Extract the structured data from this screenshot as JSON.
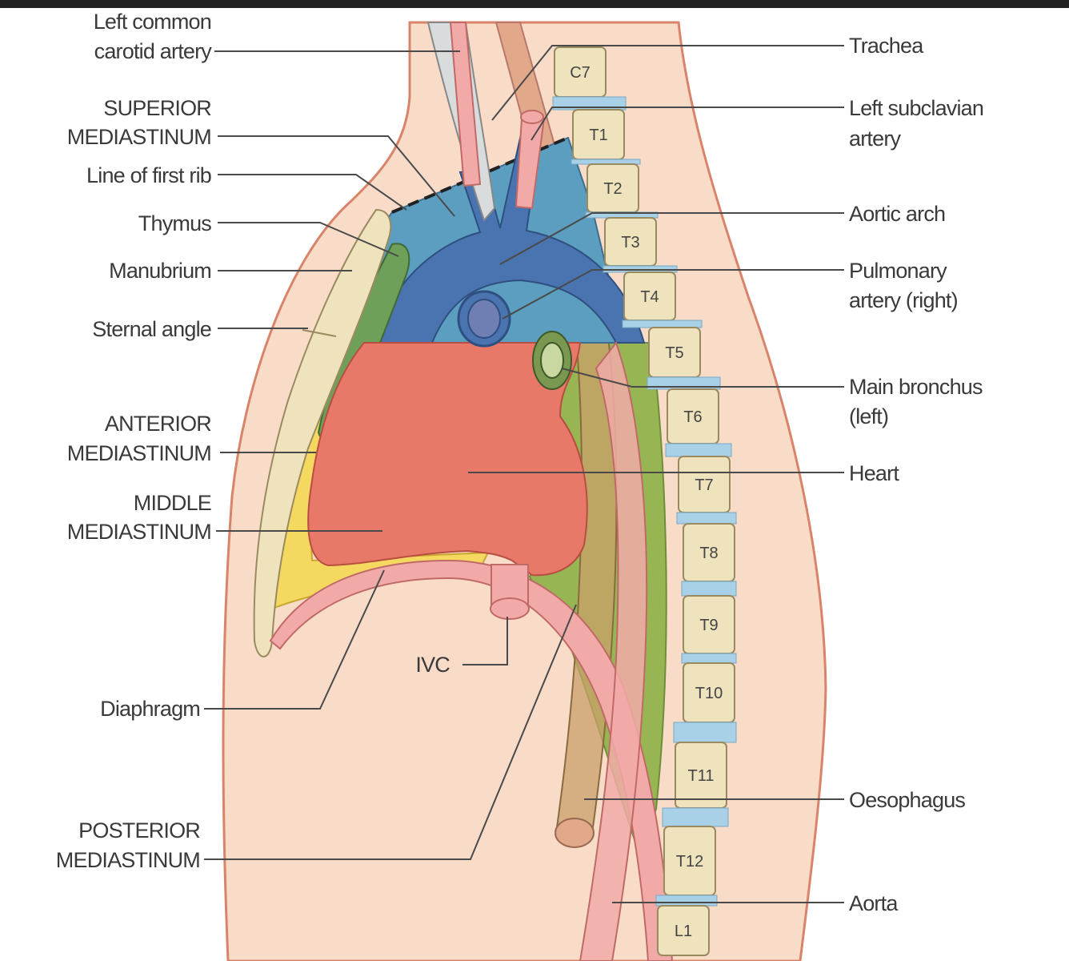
{
  "labels": {
    "left_common_carotid": [
      "Left common",
      "carotid artery"
    ],
    "superior_mediastinum": [
      "SUPERIOR",
      "MEDIASTINUM"
    ],
    "line_first_rib": "Line of first rib",
    "thymus": "Thymus",
    "manubrium": "Manubrium",
    "sternal_angle": "Sternal angle",
    "anterior_mediastinum": [
      "ANTERIOR",
      "MEDIASTINUM"
    ],
    "middle_mediastinum": [
      "MIDDLE",
      "MEDIASTINUM"
    ],
    "diaphragm": "Diaphragm",
    "ivc": "IVC",
    "posterior_mediastinum": [
      "POSTERIOR",
      "MEDIASTINUM"
    ],
    "trachea": "Trachea",
    "left_subclavian": [
      "Left subclavian",
      "artery"
    ],
    "aortic_arch": "Aortic arch",
    "pulmonary_artery": [
      "Pulmonary",
      "artery (right)"
    ],
    "main_bronchus": [
      "Main bronchus",
      "(left)"
    ],
    "heart": "Heart",
    "oesophagus": "Oesophagus",
    "aorta": "Aorta"
  },
  "vertebrae": [
    "C7",
    "T1",
    "T2",
    "T3",
    "T4",
    "T5",
    "T6",
    "T7",
    "T8",
    "T9",
    "T10",
    "T11",
    "T12",
    "L1"
  ],
  "colors": {
    "skin": "#f8dcc8",
    "skin_outline": "#d9846a",
    "superior": "#5b9ec0",
    "superior_deep": "#4a74b0",
    "middle": "#e87868",
    "anterior": "#f5d860",
    "posterior": "#97b552",
    "bone": "#efe3bd",
    "disc": "#a8d0e6",
    "artery": "#f1aaa8",
    "oesophagus": "#e2a88a"
  }
}
